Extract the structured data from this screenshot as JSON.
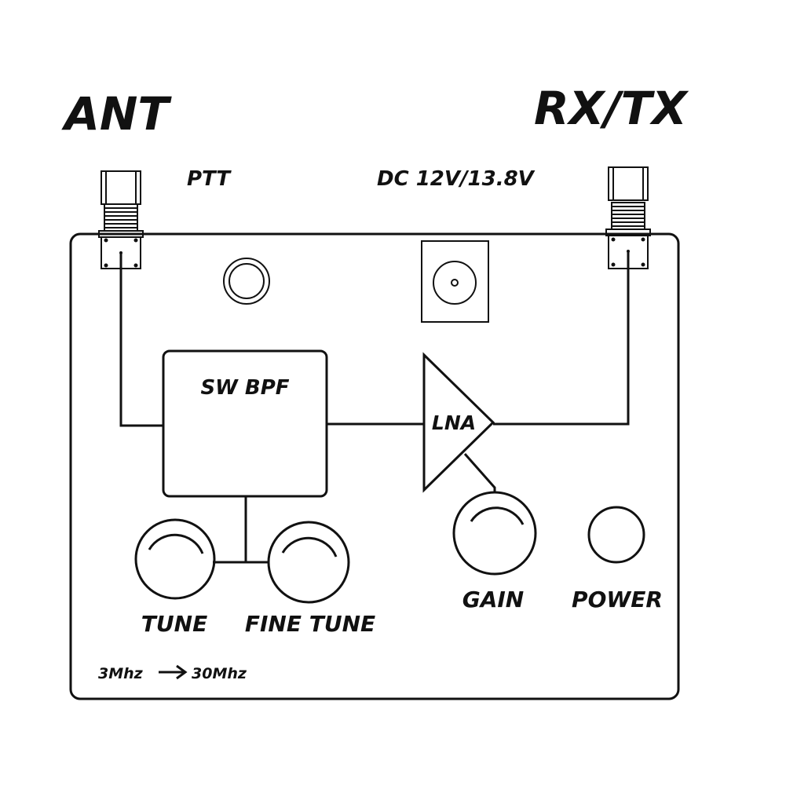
{
  "colors": {
    "ink": "#111111",
    "background": "#ffffff"
  },
  "labels": {
    "ant": "ANT",
    "rxtx": "RX/TX",
    "ptt": "PTT",
    "dc": "DC 12V/13.8V",
    "sw_bpf": "SW BPF",
    "lna": "LNA",
    "tune": "TUNE",
    "fine_tune": "FINE TUNE",
    "gain": "GAIN",
    "power": "POWER",
    "range_from": "3Mhz",
    "range_to": "30Mhz"
  },
  "icons": {
    "ant_connector": "bnc-connector-icon",
    "rxtx_connector": "bnc-connector-icon",
    "ptt_jack": "round-jack-icon",
    "dc_jack": "dc-jack-icon",
    "range_arrow": "arrow-right-icon"
  }
}
